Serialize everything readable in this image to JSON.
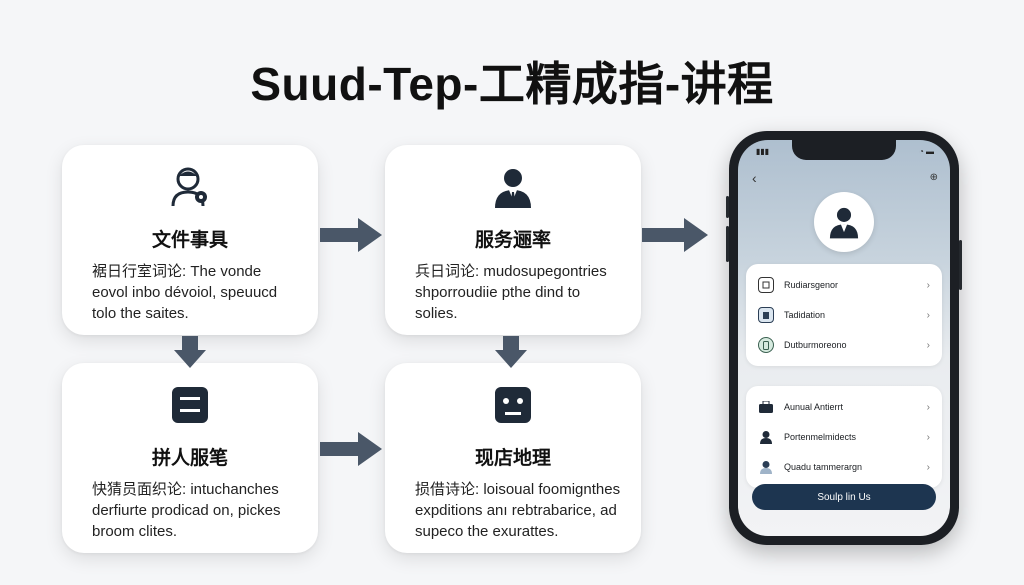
{
  "title": "Suud-Tep-工精成指-讲程",
  "cards": [
    {
      "title": "文件事具",
      "desc": "裾日行室词论: The vonde eovol inbo dévoiol, speuucd tolo the saites.",
      "icon": "person-icon"
    },
    {
      "title": "服务逦率",
      "desc": "兵日词论: mudosupegontries shporroudiie pthe dind to solies.",
      "icon": "person-suit-icon"
    },
    {
      "title": "拼人服笔",
      "desc": "快猜员面织论: intuchanches derfiurte prodicad on, pickes broom clites.",
      "icon": "calendar-icon"
    },
    {
      "title": "现店地理",
      "desc": "损借诗论: loisoual foomignthes expditions anı rebtrabarice, ad supeco the exurattes.",
      "icon": "robot-icon"
    }
  ],
  "phone": {
    "group1": [
      {
        "label": "Rudiarsgenor",
        "icon": "card-icon"
      },
      {
        "label": "Tadidation",
        "icon": "document-icon"
      },
      {
        "label": "Dutburmoreono",
        "icon": "phone-icon"
      }
    ],
    "group2": [
      {
        "label": "Aunual Antierrt",
        "icon": "briefcase-icon"
      },
      {
        "label": "Portenmelmidects",
        "icon": "user-badge-icon"
      },
      {
        "label": "Quadu tammerargn",
        "icon": "user-plus-icon"
      }
    ],
    "cta_label": "Soulp lin Us"
  },
  "colors": {
    "arrow": "#4a5768",
    "dark": "#1d3550",
    "icon": "#1f2a38"
  }
}
